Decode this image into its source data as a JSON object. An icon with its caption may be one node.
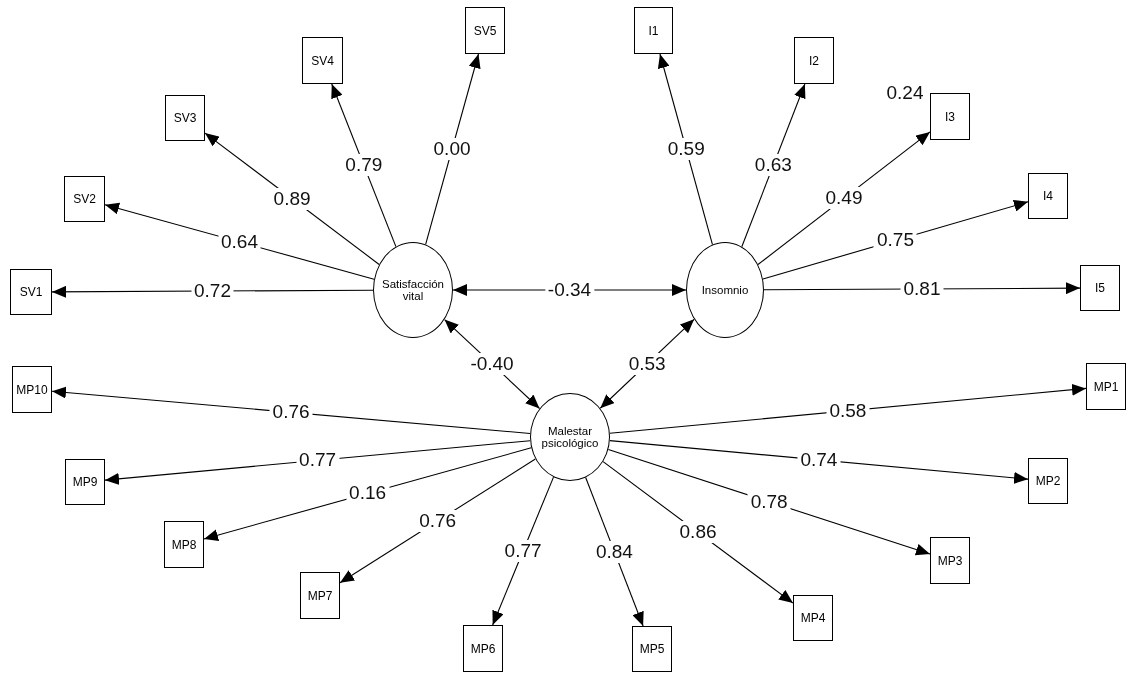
{
  "diagram": {
    "nodes": [
      {
        "text": [
          "Satisfacción vital"
        ]
      },
      {
        "text": [
          "Insomnio"
        ]
      },
      {
        "text": [
          "Malestar psicológico"
        ]
      },
      {
        "text": [
          "SV1"
        ]
      },
      {
        "text": [
          "SV2"
        ]
      },
      {
        "text": [
          "SV3"
        ]
      },
      {
        "text": [
          "SV4"
        ]
      },
      {
        "text": [
          "SV5"
        ]
      },
      {
        "text": [
          "I1"
        ]
      },
      {
        "text": [
          "I2"
        ]
      },
      {
        "text": [
          "I3"
        ]
      },
      {
        "text": [
          "I4"
        ]
      },
      {
        "text": [
          "I5"
        ]
      },
      {
        "text": [
          "MP1"
        ]
      },
      {
        "text": [
          "MP2"
        ]
      },
      {
        "text": [
          "MP3"
        ]
      },
      {
        "text": [
          "MP4"
        ]
      },
      {
        "text": [
          "MP5"
        ]
      },
      {
        "text": [
          "MP6"
        ]
      },
      {
        "text": [
          "MP7"
        ]
      },
      {
        "text": [
          "MP8"
        ]
      },
      {
        "text": [
          "MP9"
        ]
      },
      {
        "text": [
          "MP10"
        ]
      }
    ],
    "edges": [
      {
        "from": 0,
        "to": 3,
        "arrow": "to",
        "label": "0.72"
      },
      {
        "from": 0,
        "to": 4,
        "arrow": "to",
        "label": "0.64"
      },
      {
        "from": 0,
        "to": 5,
        "arrow": "to",
        "label": "0.89"
      },
      {
        "from": 0,
        "to": 6,
        "arrow": "to",
        "label": "0.79"
      },
      {
        "from": 0,
        "to": 7,
        "arrow": "to",
        "label": "0.00"
      },
      {
        "from": 1,
        "to": 8,
        "arrow": "to",
        "label": "0.59"
      },
      {
        "from": 1,
        "to": 9,
        "arrow": "to",
        "label": "0.63"
      },
      {
        "from": 1,
        "to": 10,
        "arrow": "to",
        "label": "0.49"
      },
      {
        "from": 1,
        "to": 11,
        "arrow": "to",
        "label": "0.75"
      },
      {
        "from": 1,
        "to": 12,
        "arrow": "to",
        "label": "0.81"
      },
      {
        "from": 0,
        "to": 1,
        "arrow": "both",
        "label": "-0.34"
      },
      {
        "from": 0,
        "to": 2,
        "arrow": "both",
        "label": "-0.40"
      },
      {
        "from": 1,
        "to": 2,
        "arrow": "both",
        "label": "0.53"
      },
      {
        "from": 2,
        "to": 13,
        "arrow": "to",
        "label": "0.58"
      },
      {
        "from": 2,
        "to": 14,
        "arrow": "to",
        "label": "0.74"
      },
      {
        "from": 2,
        "to": 15,
        "arrow": "to",
        "label": "0.78"
      },
      {
        "from": 2,
        "to": 16,
        "arrow": "to",
        "label": "0.86"
      },
      {
        "from": 2,
        "to": 17,
        "arrow": "to",
        "label": "0.84"
      },
      {
        "from": 2,
        "to": 18,
        "arrow": "to",
        "label": "0.77"
      },
      {
        "from": 2,
        "to": 19,
        "arrow": "to",
        "label": "0.76"
      },
      {
        "from": 2,
        "to": 20,
        "arrow": "to",
        "label": "0.16"
      },
      {
        "from": 2,
        "to": 21,
        "arrow": "to",
        "label": "0.77"
      },
      {
        "from": 2,
        "to": 22,
        "arrow": "to",
        "label": "0.76"
      }
    ],
    "labels": [
      "0.24"
    ]
  }
}
